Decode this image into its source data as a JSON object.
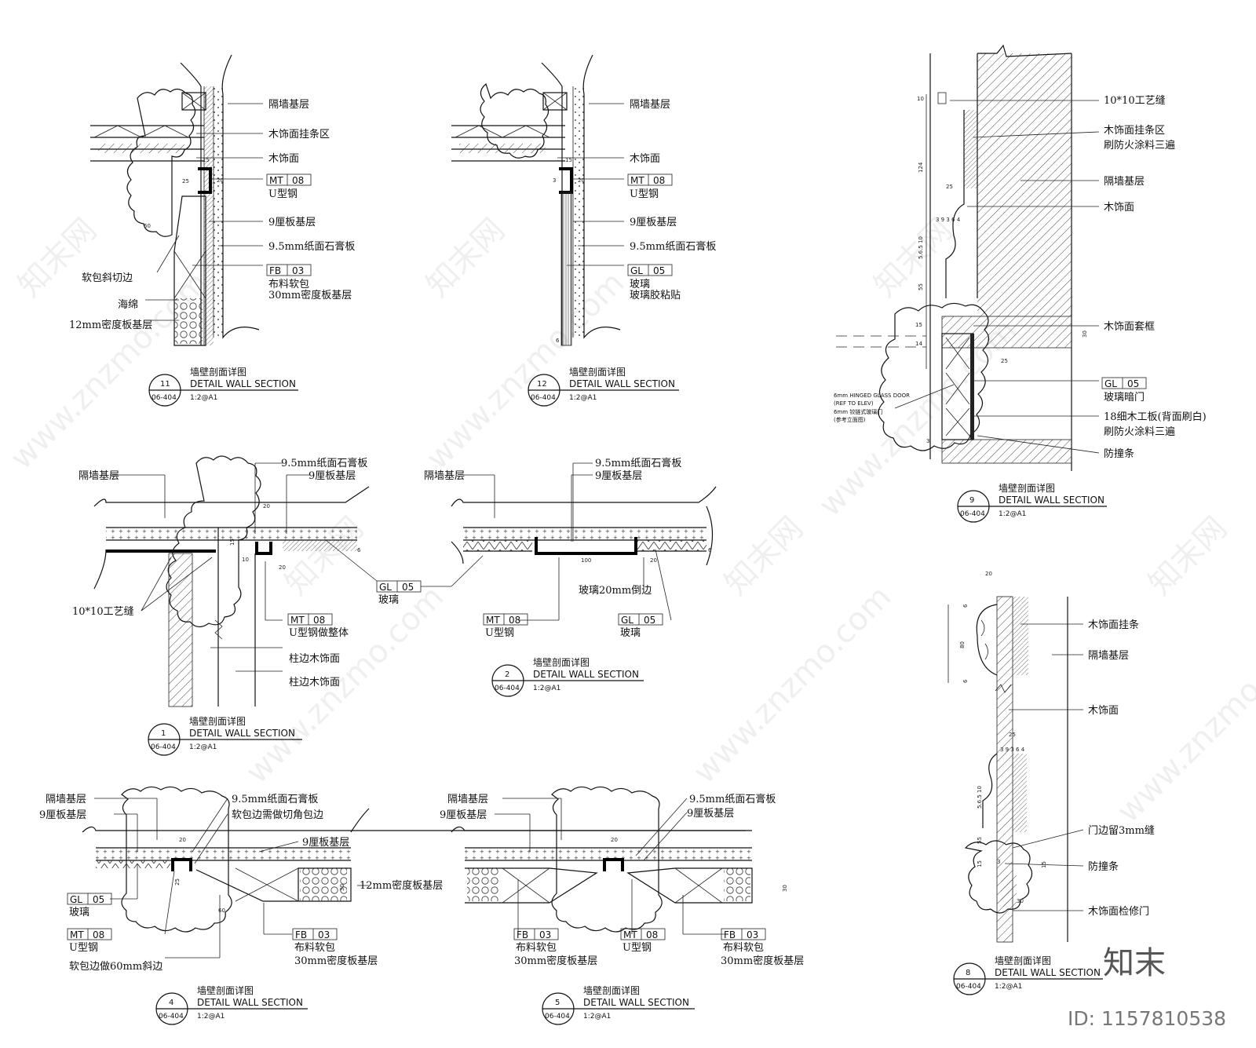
{
  "details": {
    "d11": {
      "num": "11",
      "sheet": "06-404",
      "title_cn": "墙壁剖面详图",
      "title_en": "DETAIL WALL SECTION",
      "scale": "1:2@A1",
      "labels": {
        "a": "隔墙基层",
        "b": "木饰面挂条区",
        "c": "木饰面",
        "d": "U型钢",
        "e": "9厘板基层",
        "f": "9.5mm纸面石膏板",
        "g": "布料软包",
        "h": "30mm密度板基层",
        "i": "软包斜切边",
        "j": "海绵",
        "k": "12mm密度板基层"
      },
      "tags": {
        "t1": "MT",
        "t1n": "08",
        "t2": "FB",
        "t2n": "03"
      },
      "dims": {
        "a": "15",
        "b": "25",
        "c": "20",
        "d": "60"
      }
    },
    "d12": {
      "num": "12",
      "sheet": "06-404",
      "title_cn": "墙壁剖面详图",
      "title_en": "DETAIL WALL SECTION",
      "scale": "1:2@A1",
      "labels": {
        "a": "隔墙基层",
        "b": "木饰面",
        "c": "U型钢",
        "d": "9厘板基层",
        "e": "9.5mm纸面石膏板",
        "f": "玻璃",
        "g": "玻璃胶粘贴"
      },
      "tags": {
        "t1": "MT",
        "t1n": "08",
        "t2": "GL",
        "t2n": "05"
      },
      "dims": {
        "a": "15",
        "b": "20",
        "c": "3",
        "d": "6"
      }
    },
    "d9": {
      "num": "9",
      "sheet": "06-404",
      "title_cn": "墙壁剖面详图",
      "title_en": "DETAIL WALL SECTION",
      "scale": "1:2@A1",
      "labels": {
        "a": "10*10工艺缝",
        "b": "木饰面挂条区",
        "c": "刷防火涂料三遍",
        "d": "隔墙基层",
        "e": "木饰面",
        "f": "木饰面套框",
        "g": "玻璃暗门",
        "h": "18细木工板(背面刷白)",
        "i": "刷防火涂料三遍",
        "j": "防撞条"
      },
      "tags": {
        "t1": "GL",
        "t1n": "05"
      },
      "notes": {
        "a": "6mm HINGED GLASS DOOR",
        "b": "(REF TO ELEV)",
        "c": "6mm 铰链式玻璃门",
        "d": "(参考立面图)"
      },
      "dims": {
        "a": "10",
        "b": "124",
        "c": "25",
        "d": "3 9 3 6 4",
        "e": "5.6.5 10",
        "f": "55",
        "g": "15",
        "h": "14",
        "i": "30",
        "j": "25",
        "k": "3"
      }
    },
    "d1": {
      "num": "1",
      "sheet": "06-404",
      "title_cn": "墙壁剖面详图",
      "title_en": "DETAIL WALL SECTION",
      "scale": "1:2@A1",
      "labels": {
        "a": "隔墙基层",
        "b": "9.5mm纸面石膏板",
        "c": "9厘板基层",
        "d": "10*10工艺缝",
        "e": "U型钢做整体",
        "f": "柱边木饰面",
        "g": "柱边木饰面",
        "h": "玻璃"
      },
      "tags": {
        "t1": "GL",
        "t1n": "05",
        "t2": "MT",
        "t2n": "08"
      },
      "dims": {
        "a": "20",
        "b": "10",
        "c": "15",
        "d": "20",
        "e": "6"
      }
    },
    "d2": {
      "num": "2",
      "sheet": "06-404",
      "title_cn": "墙壁剖面详图",
      "title_en": "DETAIL WALL SECTION",
      "scale": "1:2@A1",
      "labels": {
        "a": "9.5mm纸面石膏板",
        "b": "9厘板基层",
        "c": "隔墙基层",
        "d": "玻璃20mm倒边",
        "e": "U型钢",
        "f": "玻璃"
      },
      "tags": {
        "t1": "MT",
        "t1n": "08",
        "t2": "GL",
        "t2n": "05"
      },
      "dims": {
        "a": "100",
        "b": "20",
        "c": "6"
      }
    },
    "d8": {
      "num": "8",
      "sheet": "06-404",
      "title_cn": "墙壁剖面详图",
      "title_en": "DETAIL WALL SECTION",
      "scale": "1:2@A1",
      "labels": {
        "a": "木饰面挂条",
        "b": "隔墙基层",
        "c": "木饰面",
        "d": "门边留3mm缝",
        "e": "防撞条",
        "f": "木饰面检修门"
      },
      "dims": {
        "a": "20",
        "b": "6",
        "c": "80",
        "d": "6",
        "e": "25",
        "f": "3 9 3 6 4",
        "g": "5.6.5 10",
        "h": "55",
        "i": "15",
        "j": "3",
        "k": "15",
        "l": "30"
      }
    },
    "d4": {
      "num": "4",
      "sheet": "06-404",
      "title_cn": "墙壁剖面详图",
      "title_en": "DETAIL WALL SECTION",
      "scale": "1:2@A1",
      "labels": {
        "a": "隔墙基层",
        "b": "9厘板基层",
        "c": "9.5mm纸面石膏板",
        "d": "软包边需做切角包边",
        "e": "9厘板基层",
        "f": "12mm密度板基层",
        "g": "玻璃",
        "h": "U型钢",
        "i": "软包边做60mm斜边",
        "j": "布料软包",
        "k": "30mm密度板基层"
      },
      "tags": {
        "t1": "GL",
        "t1n": "05",
        "t2": "MT",
        "t2n": "08",
        "t3": "FB",
        "t3n": "03"
      },
      "dims": {
        "a": "20",
        "b": "25",
        "c": "60",
        "d": "30"
      }
    },
    "d5": {
      "num": "5",
      "sheet": "06-404",
      "title_cn": "墙壁剖面详图",
      "title_en": "DETAIL WALL SECTION",
      "scale": "1:2@A1",
      "labels": {
        "a": "隔墙基层",
        "b": "9厘板基层",
        "c": "9.5mm纸面石膏板",
        "d": "9厘板基层",
        "e": "布料软包",
        "f": "30mm密度板基层",
        "g": "U型钢",
        "h": "布料软包",
        "i": "30mm密度板基层"
      },
      "tags": {
        "t1": "FB",
        "t1n": "03",
        "t2": "MT",
        "t2n": "08",
        "t3": "FB",
        "t3n": "03"
      },
      "dims": {
        "a": "20",
        "b": "30"
      }
    }
  },
  "watermark": {
    "site": "www.znzmo.com",
    "brand": "知末网"
  },
  "logo": {
    "text": "知末",
    "id": "ID: 1157810538"
  }
}
